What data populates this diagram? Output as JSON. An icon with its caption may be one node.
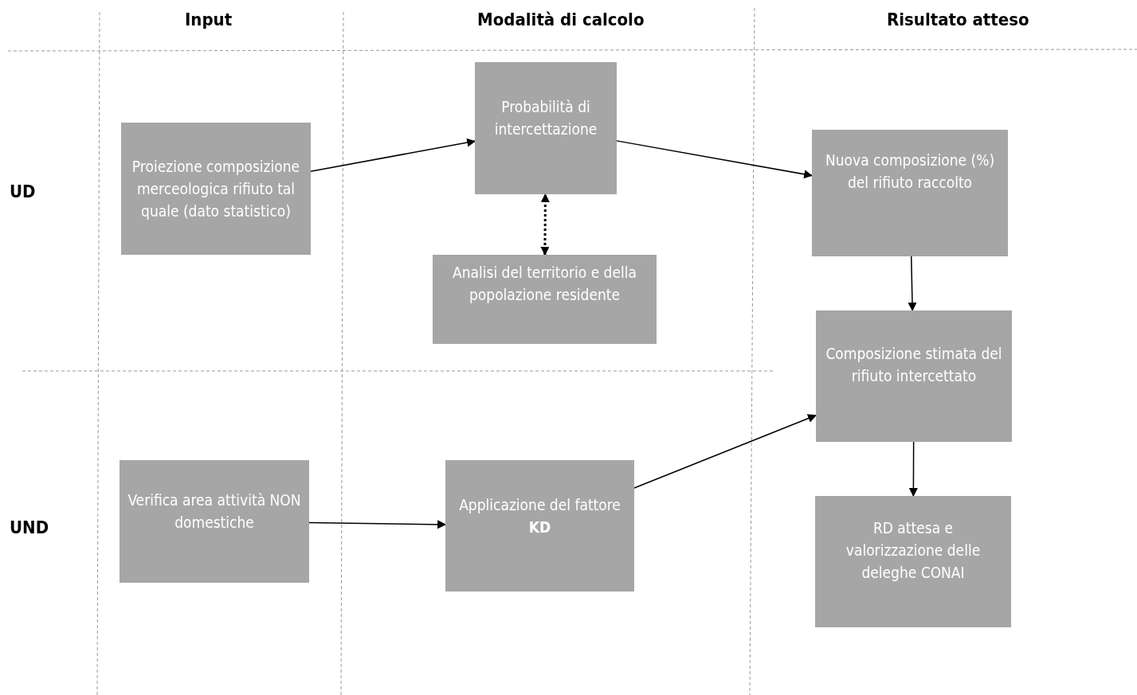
{
  "diagram": {
    "nodes": [
      {
        "text": [
          "Proiezione composizione merceologica rifiuto tal quale (dato statistico)"
        ]
      },
      {
        "text": [
          "Probabilità di intercettazione"
        ]
      },
      {
        "text": [
          "Analisi del territorio e della popolazione residente"
        ]
      },
      {
        "text": [
          "Nuova composizione (%) del rifiuto raccolto"
        ]
      },
      {
        "text": [
          "Composizione stimata del rifiuto intercettato"
        ]
      },
      {
        "text": [
          "Verifica area attività NON domestiche"
        ]
      },
      {
        "text": [
          "Applicazione del fattore **KD**"
        ]
      },
      {
        "text": [
          "RD attesa e valorizzazione delle deleghe CONAI"
        ]
      }
    ],
    "edges": [
      {
        "from": 0,
        "to": 1,
        "arrow": "to"
      },
      {
        "from": 1,
        "to": 3,
        "arrow": "to"
      },
      {
        "from": 2,
        "to": 1,
        "arrow": "both",
        "style": "dashed"
      },
      {
        "from": 3,
        "to": 4,
        "arrow": "to"
      },
      {
        "from": 5,
        "to": 6,
        "arrow": "to"
      },
      {
        "from": 6,
        "to": 4,
        "arrow": "to"
      },
      {
        "from": 4,
        "to": 7,
        "arrow": "to"
      }
    ],
    "labels": [
      "Input",
      "Modalità di calcolo",
      "Risultato atteso",
      "UD",
      "UND"
    ]
  }
}
